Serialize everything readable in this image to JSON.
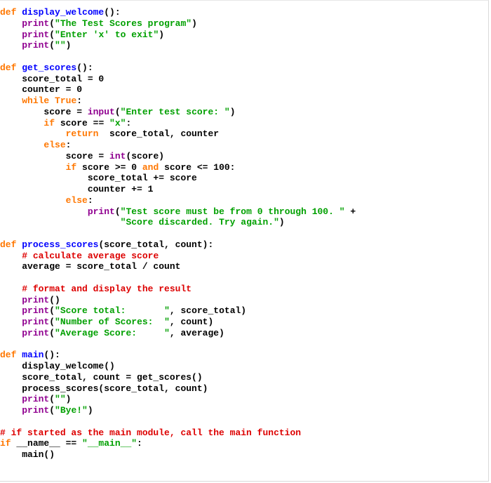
{
  "code": {
    "lines": [
      [
        {
          "t": "def",
          "c": "kw"
        },
        {
          "t": " "
        },
        {
          "t": "display_welcome",
          "c": "fn"
        },
        {
          "t": "():"
        }
      ],
      [
        {
          "t": "    "
        },
        {
          "t": "print",
          "c": "bi"
        },
        {
          "t": "("
        },
        {
          "t": "\"The Test Scores program\"",
          "c": "st"
        },
        {
          "t": ")"
        }
      ],
      [
        {
          "t": "    "
        },
        {
          "t": "print",
          "c": "bi"
        },
        {
          "t": "("
        },
        {
          "t": "\"Enter 'x' to exit\"",
          "c": "st"
        },
        {
          "t": ")"
        }
      ],
      [
        {
          "t": "    "
        },
        {
          "t": "print",
          "c": "bi"
        },
        {
          "t": "("
        },
        {
          "t": "\"\"",
          "c": "st"
        },
        {
          "t": ")"
        }
      ],
      [],
      [
        {
          "t": "def",
          "c": "kw"
        },
        {
          "t": " "
        },
        {
          "t": "get_scores",
          "c": "fn"
        },
        {
          "t": "():"
        }
      ],
      [
        {
          "t": "    score_total = 0"
        }
      ],
      [
        {
          "t": "    counter = 0"
        }
      ],
      [
        {
          "t": "    "
        },
        {
          "t": "while",
          "c": "kw"
        },
        {
          "t": " "
        },
        {
          "t": "True",
          "c": "kw"
        },
        {
          "t": ":"
        }
      ],
      [
        {
          "t": "        score = "
        },
        {
          "t": "input",
          "c": "bi"
        },
        {
          "t": "("
        },
        {
          "t": "\"Enter test score: \"",
          "c": "st"
        },
        {
          "t": ")"
        }
      ],
      [
        {
          "t": "        "
        },
        {
          "t": "if",
          "c": "kw"
        },
        {
          "t": " score == "
        },
        {
          "t": "\"x\"",
          "c": "st"
        },
        {
          "t": ":"
        }
      ],
      [
        {
          "t": "            "
        },
        {
          "t": "return",
          "c": "kw"
        },
        {
          "t": "  score_total, counter"
        }
      ],
      [
        {
          "t": "        "
        },
        {
          "t": "else",
          "c": "kw"
        },
        {
          "t": ":"
        }
      ],
      [
        {
          "t": "            score = "
        },
        {
          "t": "int",
          "c": "bi"
        },
        {
          "t": "(score)"
        }
      ],
      [
        {
          "t": "            "
        },
        {
          "t": "if",
          "c": "kw"
        },
        {
          "t": " score >= 0 "
        },
        {
          "t": "and",
          "c": "kw"
        },
        {
          "t": " score <= 100:"
        }
      ],
      [
        {
          "t": "                score_total += score"
        }
      ],
      [
        {
          "t": "                counter += 1"
        }
      ],
      [
        {
          "t": "            "
        },
        {
          "t": "else",
          "c": "kw"
        },
        {
          "t": ":"
        }
      ],
      [
        {
          "t": "                "
        },
        {
          "t": "print",
          "c": "bi"
        },
        {
          "t": "("
        },
        {
          "t": "\"Test score must be from 0 through 100. \"",
          "c": "st"
        },
        {
          "t": " +"
        }
      ],
      [
        {
          "t": "                      "
        },
        {
          "t": "\"Score discarded. Try again.\"",
          "c": "st"
        },
        {
          "t": ")"
        }
      ],
      [],
      [
        {
          "t": "def",
          "c": "kw"
        },
        {
          "t": " "
        },
        {
          "t": "process_scores",
          "c": "fn"
        },
        {
          "t": "(score_total, count):"
        }
      ],
      [
        {
          "t": "    "
        },
        {
          "t": "# calculate average score",
          "c": "cm"
        }
      ],
      [
        {
          "t": "    average = score_total / count"
        }
      ],
      [],
      [
        {
          "t": "    "
        },
        {
          "t": "# format and display the result",
          "c": "cm"
        }
      ],
      [
        {
          "t": "    "
        },
        {
          "t": "print",
          "c": "bi"
        },
        {
          "t": "()"
        }
      ],
      [
        {
          "t": "    "
        },
        {
          "t": "print",
          "c": "bi"
        },
        {
          "t": "("
        },
        {
          "t": "\"Score total:       \"",
          "c": "st"
        },
        {
          "t": ", score_total)"
        }
      ],
      [
        {
          "t": "    "
        },
        {
          "t": "print",
          "c": "bi"
        },
        {
          "t": "("
        },
        {
          "t": "\"Number of Scores:  \"",
          "c": "st"
        },
        {
          "t": ", count)"
        }
      ],
      [
        {
          "t": "    "
        },
        {
          "t": "print",
          "c": "bi"
        },
        {
          "t": "("
        },
        {
          "t": "\"Average Score:     \"",
          "c": "st"
        },
        {
          "t": ", average)"
        }
      ],
      [],
      [
        {
          "t": "def",
          "c": "kw"
        },
        {
          "t": " "
        },
        {
          "t": "main",
          "c": "fn"
        },
        {
          "t": "():"
        }
      ],
      [
        {
          "t": "    display_welcome()"
        }
      ],
      [
        {
          "t": "    score_total, count = get_scores()"
        }
      ],
      [
        {
          "t": "    process_scores(score_total, count)"
        }
      ],
      [
        {
          "t": "    "
        },
        {
          "t": "print",
          "c": "bi"
        },
        {
          "t": "("
        },
        {
          "t": "\"\"",
          "c": "st"
        },
        {
          "t": ")"
        }
      ],
      [
        {
          "t": "    "
        },
        {
          "t": "print",
          "c": "bi"
        },
        {
          "t": "("
        },
        {
          "t": "\"Bye!\"",
          "c": "st"
        },
        {
          "t": ")"
        }
      ],
      [],
      [
        {
          "t": "# if started as the main module, call the main function",
          "c": "cm"
        }
      ],
      [
        {
          "t": "if",
          "c": "kw"
        },
        {
          "t": " __name__ == "
        },
        {
          "t": "\"__main__\"",
          "c": "st"
        },
        {
          "t": ":"
        }
      ],
      [
        {
          "t": "    main()"
        }
      ]
    ]
  },
  "colors": {
    "keyword": "#ff7700",
    "function_name": "#0000ff",
    "builtin": "#900090",
    "string": "#00a000",
    "comment": "#dd0000",
    "text": "#000000"
  }
}
